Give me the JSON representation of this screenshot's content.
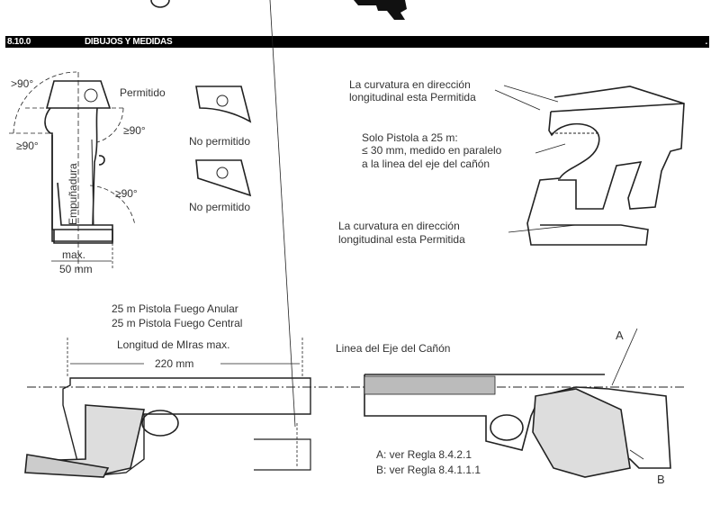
{
  "section": {
    "number": "8.10.0",
    "title": "DIBUJOS Y MEDIDAS",
    "end_mark": "."
  },
  "grip_figure": {
    "angle_top": ">90°",
    "angle_left": "≥90°",
    "angle_right": "≥90°",
    "angle_bottom": "≥90°",
    "grip_label": "Empuñadura",
    "width_label_1": "max.",
    "width_label_2": "50 mm",
    "allowed": "Permitido",
    "not_allowed_1": "No permitido",
    "not_allowed_2": "No permitido"
  },
  "curvature_figure": {
    "top_note_1": "La curvatura en dirección",
    "top_note_2": "longitudinal esta Permitida",
    "mid_note_1": "Solo Pistola a 25 m:",
    "mid_note_2": "≤ 30 mm, medido en paralelo",
    "mid_note_3": "a la linea del eje del cañón",
    "bottom_note_1": "La curvatura en dirección",
    "bottom_note_2": "longitudinal esta Permitida"
  },
  "pistol_figure": {
    "title_1": "25 m  Pistola Fuego Anular",
    "title_2": "25 m  Pistola Fuego Central",
    "sight_length": "Longitud de MIras  max.",
    "sight_value": "220  mm",
    "axis_label": "Linea del Eje del Cañón",
    "marker_a": "A",
    "marker_b": "B",
    "rule_a": "A: ver Regla 8.4.2.1",
    "rule_b": "B: ver Regla 8.4.1.1.1"
  }
}
